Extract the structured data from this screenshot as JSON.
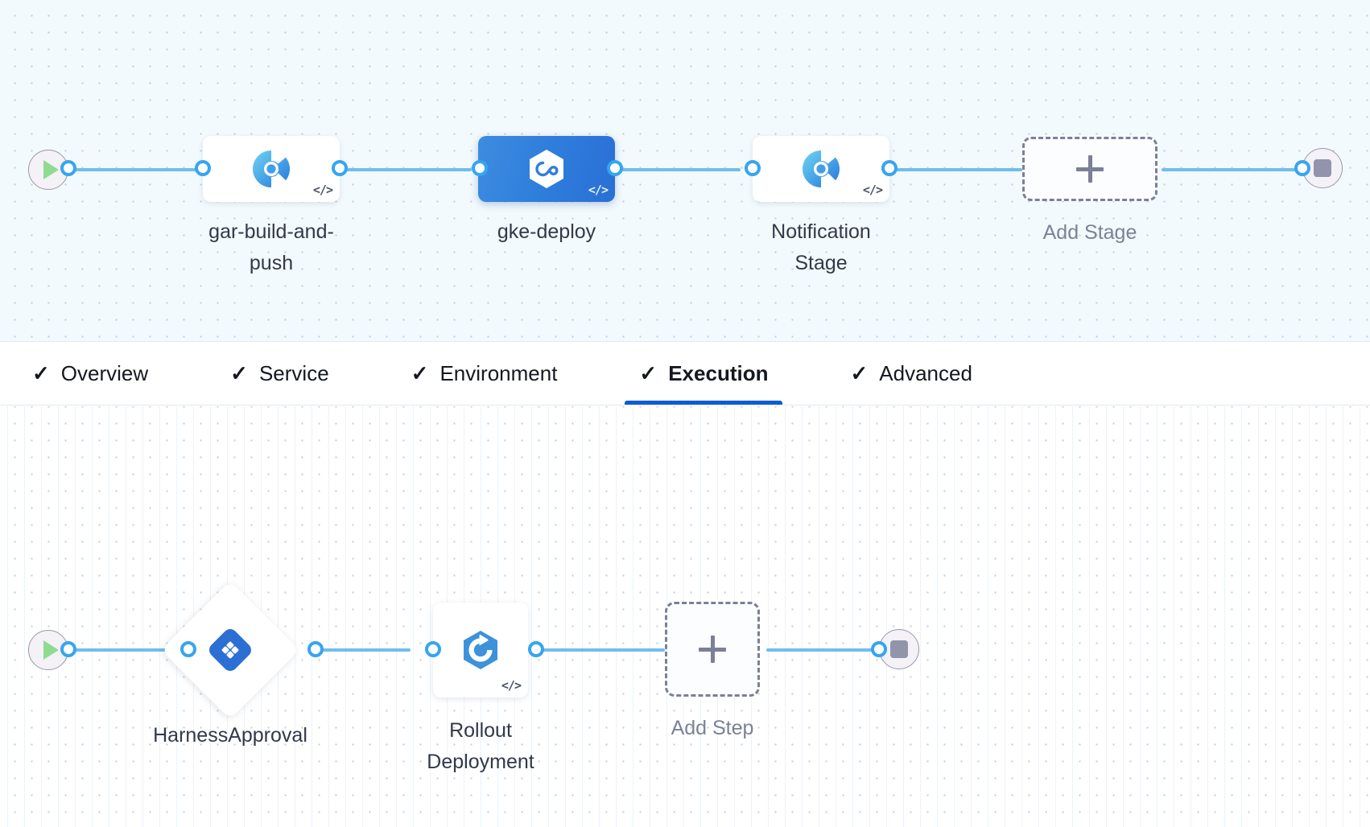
{
  "canvas": {
    "stage_row": {
      "start_node": {
        "name": "pipeline-start",
        "icon": "play-icon"
      },
      "end_node": {
        "name": "pipeline-end",
        "icon": "stop-icon"
      },
      "stages": [
        {
          "label": "gar-build-and-push",
          "icon": "harness-ci-build-icon",
          "selected": false,
          "code_badge": "</>"
        },
        {
          "label": "gke-deploy",
          "icon": "harness-cd-deploy-icon",
          "selected": true,
          "code_badge": "</>"
        },
        {
          "label": "Notification Stage",
          "icon": "harness-ci-build-icon",
          "selected": false,
          "code_badge": "</>"
        }
      ],
      "add_stage": {
        "label": "Add Stage",
        "icon": "plus-icon"
      }
    },
    "execution_row": {
      "start_node": {
        "name": "execution-start",
        "icon": "play-icon"
      },
      "end_node": {
        "name": "execution-end",
        "icon": "stop-icon"
      },
      "steps": [
        {
          "label": "HarnessApproval",
          "icon": "harness-approval-icon",
          "shape": "diamond",
          "code_badge": ""
        },
        {
          "label": "Rollout Deployment",
          "icon": "kubernetes-rollout-icon",
          "shape": "square",
          "code_badge": "</>"
        }
      ],
      "add_step": {
        "label": "Add Step",
        "icon": "plus-icon"
      }
    }
  },
  "tabs": {
    "items": [
      {
        "label": "Overview",
        "checked": true,
        "active": false
      },
      {
        "label": "Service",
        "checked": true,
        "active": false
      },
      {
        "label": "Environment",
        "checked": true,
        "active": false
      },
      {
        "label": "Execution",
        "checked": true,
        "active": true
      },
      {
        "label": "Advanced",
        "checked": true,
        "active": false
      }
    ],
    "check_glyph": "✓"
  },
  "colors": {
    "accent_blue": "#0b5cd7",
    "edge_blue": "#6fbdf0",
    "port_blue": "#36a5f0",
    "selected_stage": "#2f7fdc",
    "canvas_top_bg": "#f3fafd",
    "canvas_bottom_bg": "#ffffff",
    "terminal_fill": "#f4f1f7",
    "stop_square": "#9294ab",
    "play_triangle": "#8fdb92",
    "dashed_border": "#7b7f97",
    "label_text": "#33384a",
    "muted_text": "#7b8296"
  }
}
